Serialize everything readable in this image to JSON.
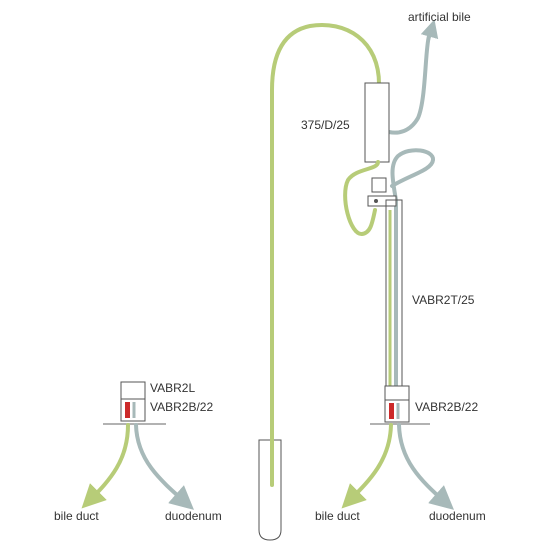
{
  "labels": {
    "artificial_bile": "artificial bile",
    "part_375": "375/D/25",
    "part_vabr2t": "VABR2T/25",
    "part_vabr2b_right": "VABR2B/22",
    "part_vabr2l": "VABR2L",
    "part_vabr2b_left": "VABR2B/22",
    "bile_duct_left": "bile duct",
    "duodenum_left": "duodenum",
    "bile_duct_right": "bile duct",
    "duodenum_right": "duodenum"
  },
  "colors": {
    "bile_tube": "#b7cc78",
    "duodenum_tube": "#a7b9b9",
    "outline": "#555555",
    "red_marker": "#cc2a2a",
    "plate": "#999999"
  },
  "icons": [
    "arrow-left-down-icon",
    "arrow-right-down-icon",
    "arrow-up-right-icon"
  ]
}
